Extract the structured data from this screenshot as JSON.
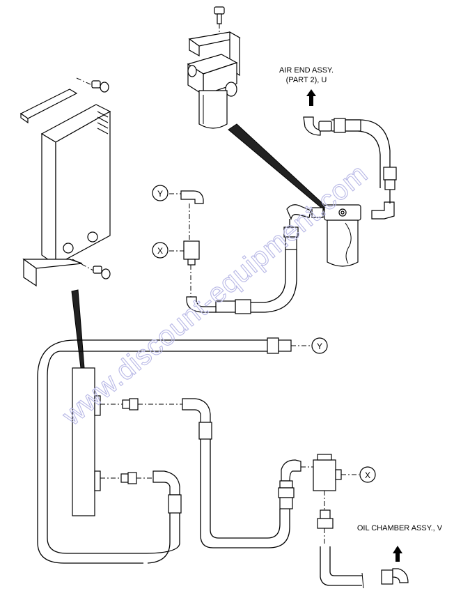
{
  "labels": {
    "air_end_line1": "AIR END ASSY.",
    "air_end_line2": "(PART 2), U",
    "oil_chamber": "OIL CHAMBER ASSY., V"
  },
  "callouts": {
    "y_top": "Y",
    "x_top": "X",
    "y_bottom": "Y",
    "x_bottom": "X"
  },
  "watermark": "www.discount-equipment.com"
}
